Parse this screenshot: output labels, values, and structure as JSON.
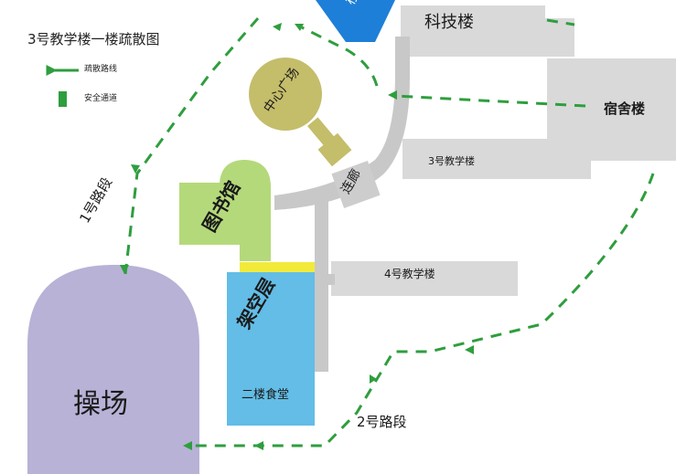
{
  "map": {
    "title": "3号教学楼一楼疏散图",
    "legend": {
      "route_label": "疏散路线",
      "exit_label": "安全通道"
    },
    "buildings": {
      "playground": "操场",
      "library": "图书馆",
      "central_square": "中心广场",
      "corridor": "连廊",
      "open_floor": "架空层",
      "canteen": "二楼食堂",
      "tech_building": "科技楼",
      "dormitory": "宿舍楼",
      "building_3": "3号教学楼",
      "building_4": "4号教学楼"
    },
    "routes": {
      "route_1": "1号路段",
      "route_2": "2号路段"
    },
    "top_fragment": "楼"
  },
  "colors": {
    "route_green": "#2e9e3e",
    "playground": "#b7b2d6",
    "library": "#b4d97a",
    "central_square": "#c4bd6a",
    "open_floor": "#63bde6",
    "roads": "#c8c8c8",
    "buildings_gray": "#d9d9d9",
    "top_building": "#1e7fd8",
    "yellow_strip": "#f2ea3a"
  }
}
